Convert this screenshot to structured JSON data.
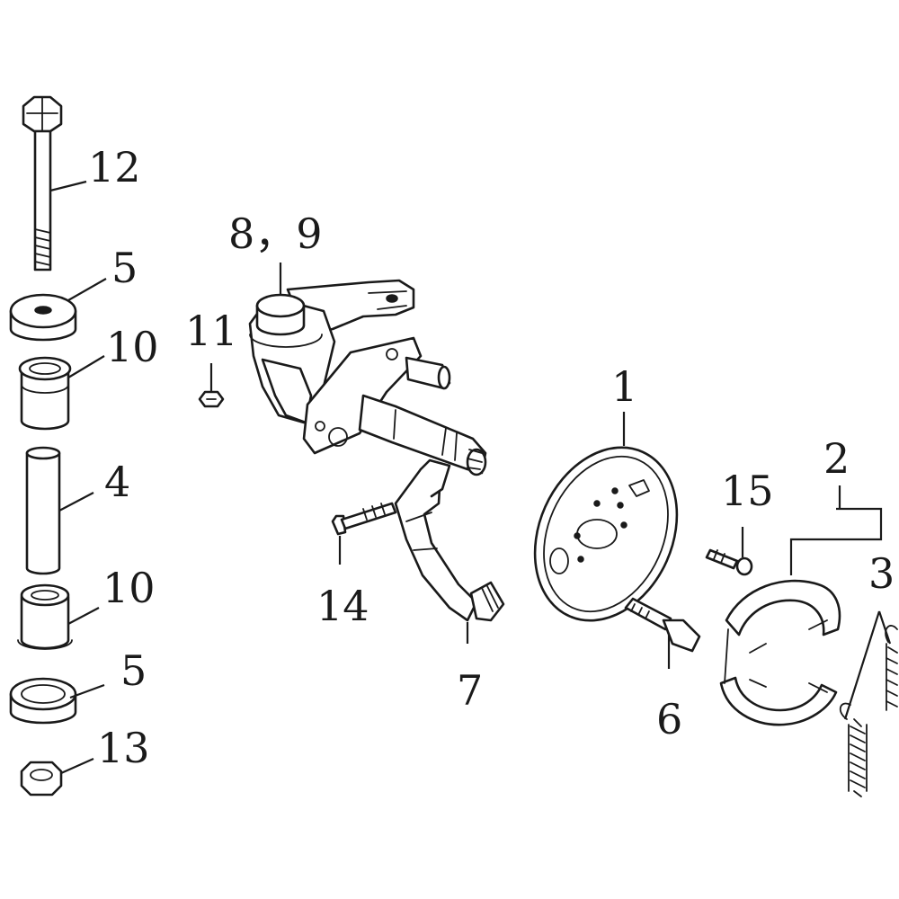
{
  "labels": {
    "l12": "12",
    "l5a": "5",
    "l10a": "10",
    "l4": "4",
    "l10b": "10",
    "l5b": "5",
    "l13": "13",
    "l89": "8，9",
    "l11": "11",
    "l14": "14",
    "l7": "7",
    "l1": "1",
    "l15": "15",
    "l6": "6",
    "l2": "2",
    "l3": "3"
  }
}
